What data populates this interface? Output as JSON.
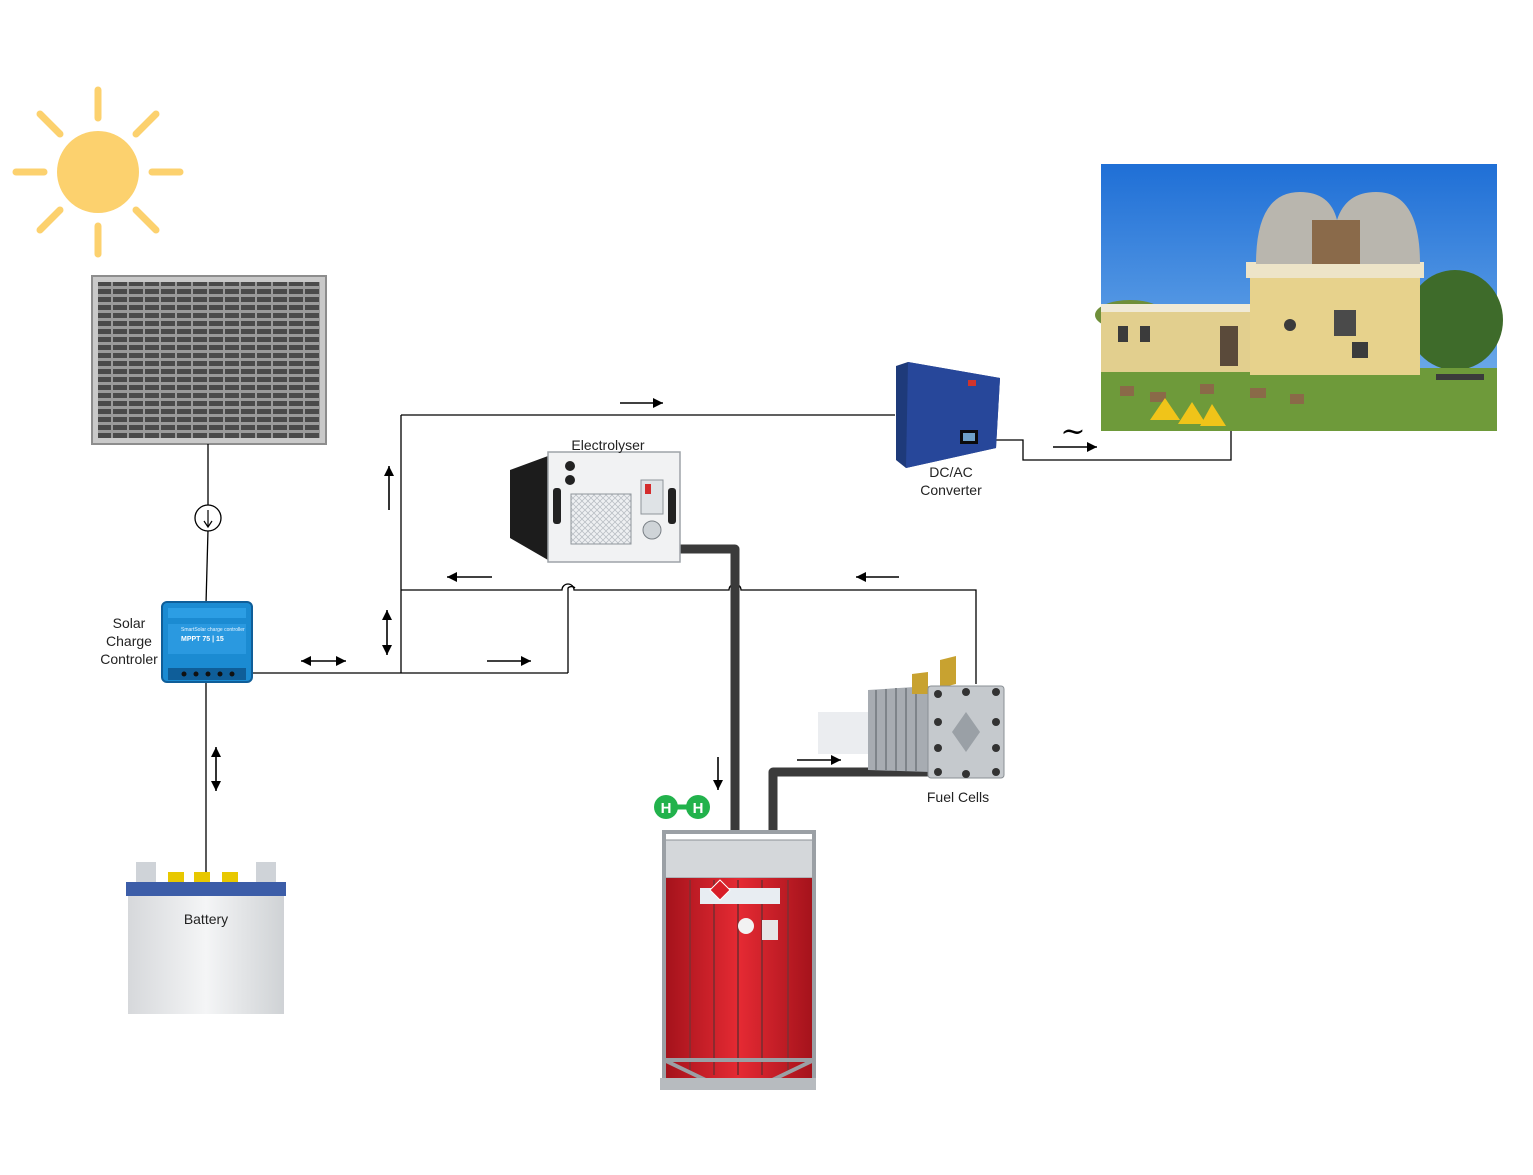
{
  "labels": {
    "solar_charge_controller": [
      "Solar",
      "Charge",
      "Controler"
    ],
    "electrolyser": "Electrolyser",
    "dcac_converter": [
      "DC/AC",
      "Converter"
    ],
    "fuel_cells": "Fuel Cells",
    "battery": "Battery",
    "ac_symbol": "~",
    "h2_letters": [
      "H",
      "H"
    ],
    "controller_screen": [
      "SmartSolar charge controller",
      "MPPT 75 | 15"
    ]
  },
  "colors": {
    "sun": "#FCD16E",
    "wire": "#000000",
    "hydrogen_pipe": "#3a3a3a",
    "h2_badge": "#22B24C",
    "tank_red": "#D81E28",
    "controller_blue": "#1B8BD2",
    "inverter_blue": "#1E3A7A"
  },
  "icons": {
    "sun": "sun-icon",
    "solar_panel": "solar-panel",
    "current_source": "current-source-icon",
    "hydrogen": "hydrogen-molecule-icon"
  }
}
